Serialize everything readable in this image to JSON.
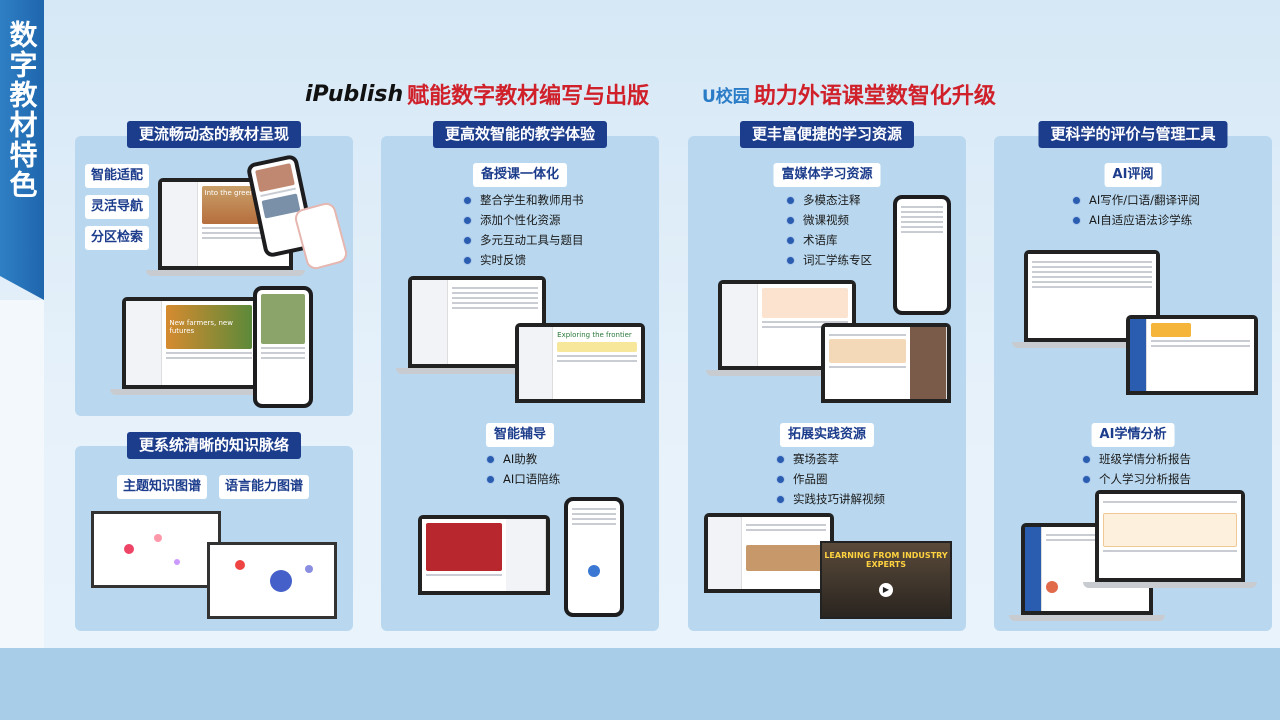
{
  "side_title": "数字教材特色",
  "headlines": [
    {
      "logo": "iPublish",
      "text": "赋能数字教材编写与出版"
    },
    {
      "logo": "U校园",
      "text": "助力外语课堂数智化升级"
    }
  ],
  "col1": {
    "title": "更流畅动态的教材呈现",
    "tags": [
      "智能适配",
      "灵活导航",
      "分区检索"
    ],
    "title2": "更系统清晰的知识脉络",
    "tags2": [
      "主题知识图谱",
      "语言能力图谱"
    ]
  },
  "col2": {
    "title": "更高效智能的教学体验",
    "sub1": "备授课一体化",
    "items1": [
      "整合学生和教师用书",
      "添加个性化资源",
      "多元互动工具与题目",
      "实时反馈"
    ],
    "sub2": "智能辅导",
    "items2": [
      "AI助教",
      "AI口语陪练"
    ]
  },
  "col3": {
    "title": "更丰富便捷的学习资源",
    "sub1": "富媒体学习资源",
    "items1": [
      "多模态注释",
      "微课视频",
      "术语库",
      "词汇学练专区"
    ],
    "sub2": "拓展实践资源",
    "items2": [
      "赛场荟萃",
      "作品圈",
      "实践技巧讲解视频"
    ],
    "video_caption": "LEARNING FROM INDUSTRY EXPERTS"
  },
  "col4": {
    "title": "更科学的评价与管理工具",
    "sub1": "AI评阅",
    "items1": [
      "AI写作/口语/翻译评阅",
      "AI自适应语法诊学练"
    ],
    "sub2": "AI学情分析",
    "items2": [
      "班级学情分析报告",
      "个人学习分析报告"
    ]
  },
  "screens": {
    "into_green": "Into the green",
    "new_farmers": "New farmers, new futures",
    "exploring": "Exploring the frontier"
  }
}
